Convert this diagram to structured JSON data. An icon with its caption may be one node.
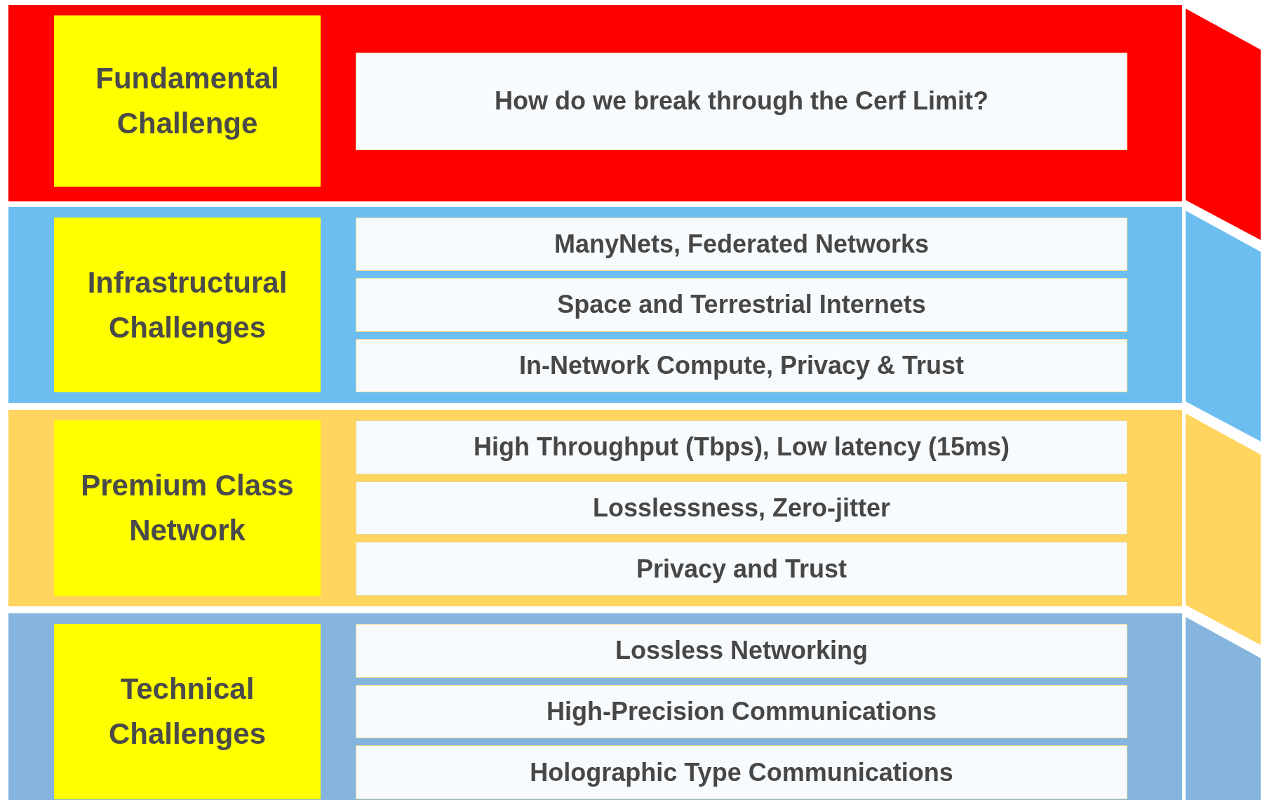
{
  "diagram": {
    "nodes": [
      {
        "text": [],
        "shape": "band"
      },
      {
        "text": [
          "Fundamental Challenge"
        ],
        "in": 0
      },
      {
        "text": [
          "How do we break through the Cerf Limit?"
        ],
        "in": 0
      },
      {
        "text": [],
        "shape": "band"
      },
      {
        "text": [
          "Infrastructural Challenges"
        ],
        "in": 3
      },
      {
        "text": [
          "ManyNets, Federated Networks"
        ],
        "in": 3
      },
      {
        "text": [
          "Space and Terrestrial Internets"
        ],
        "in": 3
      },
      {
        "text": [
          "In-Network Compute, Privacy & Trust"
        ],
        "in": 3
      },
      {
        "text": [],
        "shape": "band"
      },
      {
        "text": [
          "Premium Class Network"
        ],
        "in": 8
      },
      {
        "text": [
          "High Throughput (Tbps), Low latency (15ms)"
        ],
        "in": 8
      },
      {
        "text": [
          "Losslessness, Zero-jitter"
        ],
        "in": 8
      },
      {
        "text": [
          "Privacy and Trust"
        ],
        "in": 8
      },
      {
        "text": [],
        "shape": "band"
      },
      {
        "text": [
          "Technical Challenges"
        ],
        "in": 13
      },
      {
        "text": [
          "Lossless Networking"
        ],
        "in": 13
      },
      {
        "text": [
          "High-Precision Communications"
        ],
        "in": 13
      },
      {
        "text": [
          "Holographic Type Communications"
        ],
        "in": 13
      }
    ]
  }
}
